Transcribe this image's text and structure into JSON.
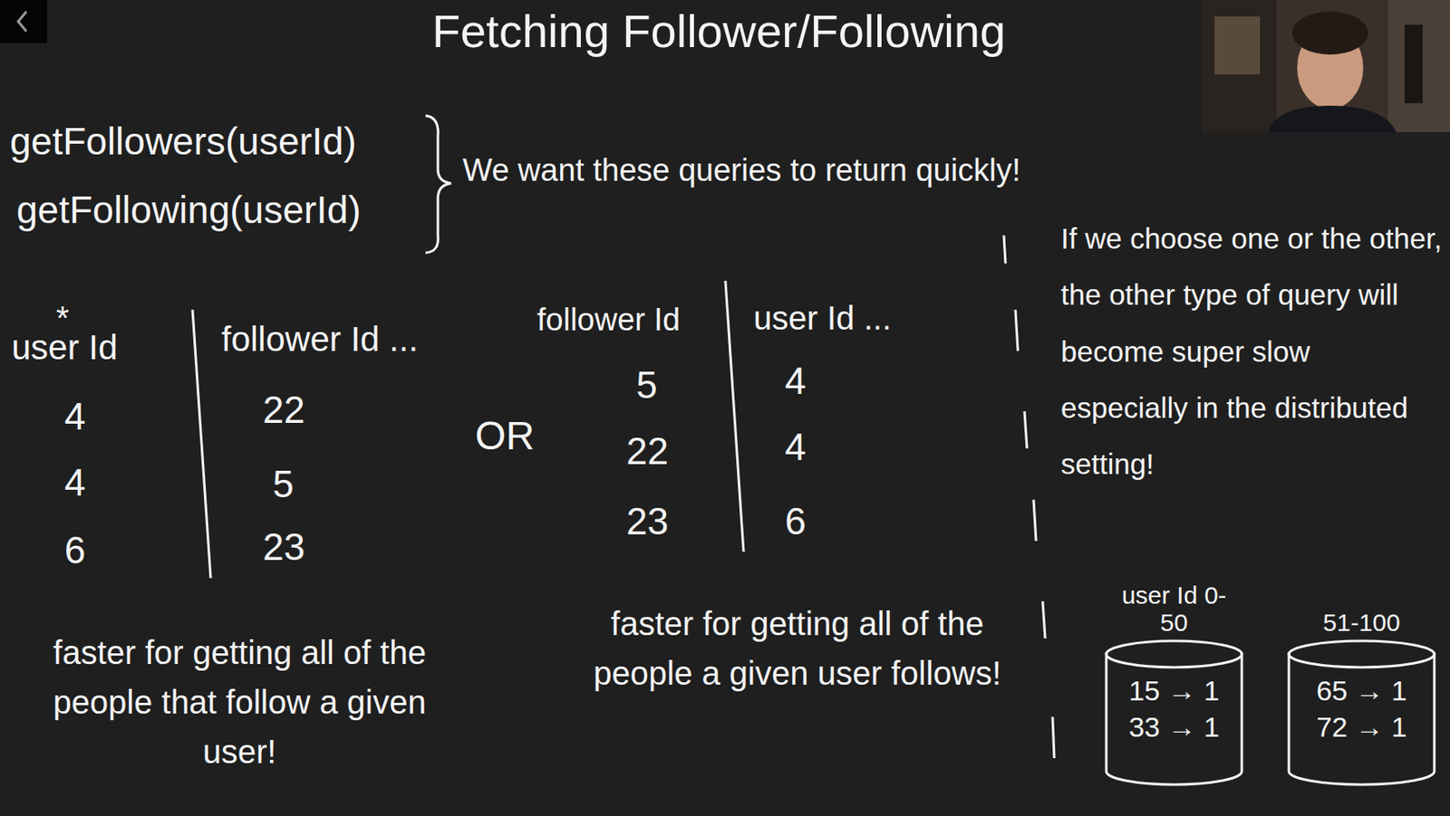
{
  "diagram": {
    "title": "Fetching Follower/Following",
    "nodes": [
      {
        "text": [
          "user Id 0-50",
          "15 → 1",
          "33 → 1"
        ]
      },
      {
        "text": [
          "51-100",
          "65 → 1",
          "72 → 1"
        ]
      }
    ],
    "labels": [
      "getFollowers(userId)",
      "getFollowing(userId)",
      "We want these queries to return quickly!",
      "*",
      "user Id",
      "follower Id ...",
      "4",
      "22",
      "4",
      "5",
      "6",
      "23",
      "OR",
      "follower Id",
      "user Id ...",
      "5",
      "4",
      "22",
      "4",
      "23",
      "6",
      "faster for getting all of the people that follow a given user!",
      "faster for getting all of the people a given user follows!",
      "If we choose one or the other, the other type of query will become super slow especially in the distributed setting!"
    ]
  }
}
